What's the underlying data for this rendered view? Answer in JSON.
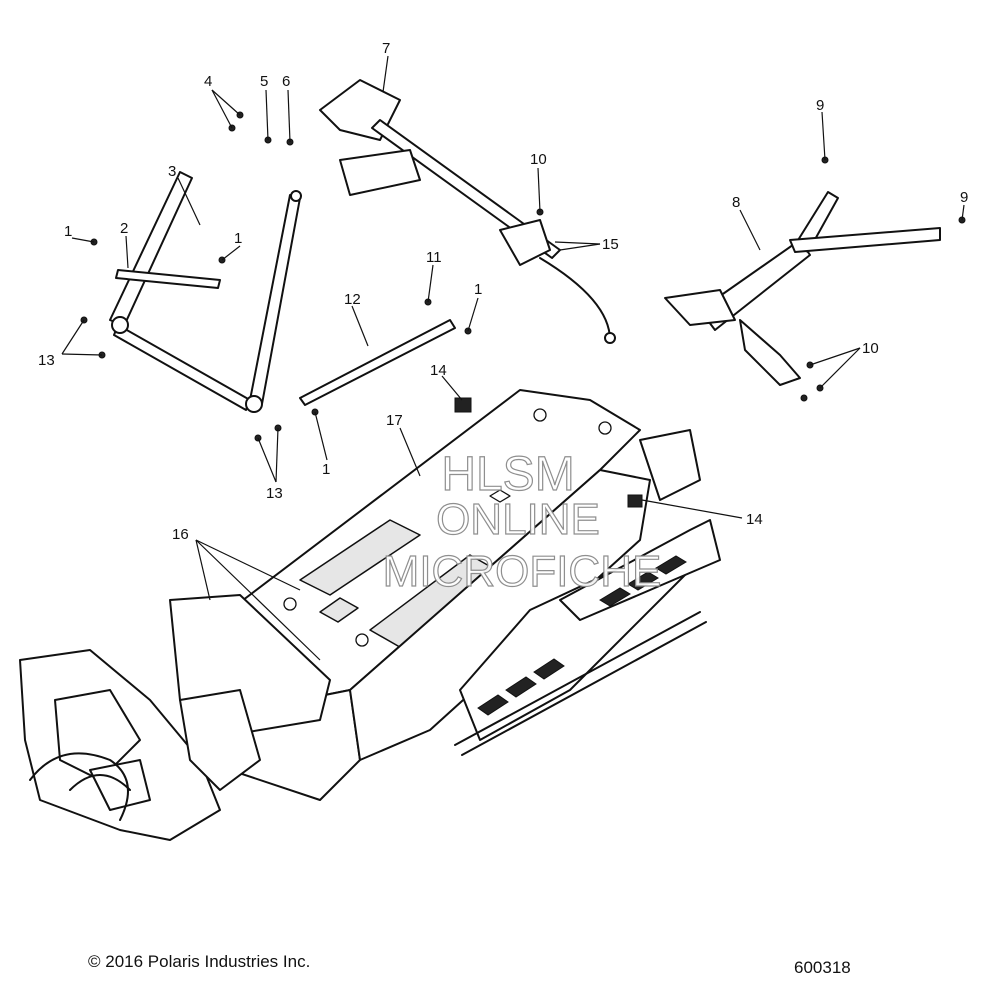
{
  "callouts": [
    "1",
    "2",
    "3",
    "4",
    "5",
    "6",
    "7",
    "8",
    "9",
    "10",
    "11",
    "12",
    "13",
    "14",
    "15",
    "16",
    "17",
    "1",
    "1",
    "1",
    "9",
    "10",
    "13",
    "14"
  ],
  "watermark": {
    "line1": "HLSM",
    "line2": "ONLINE",
    "line3": "MICROFICHE"
  },
  "footer": {
    "copyright": "© 2016 Polaris Industries Inc.",
    "drawing_number": "600318"
  }
}
